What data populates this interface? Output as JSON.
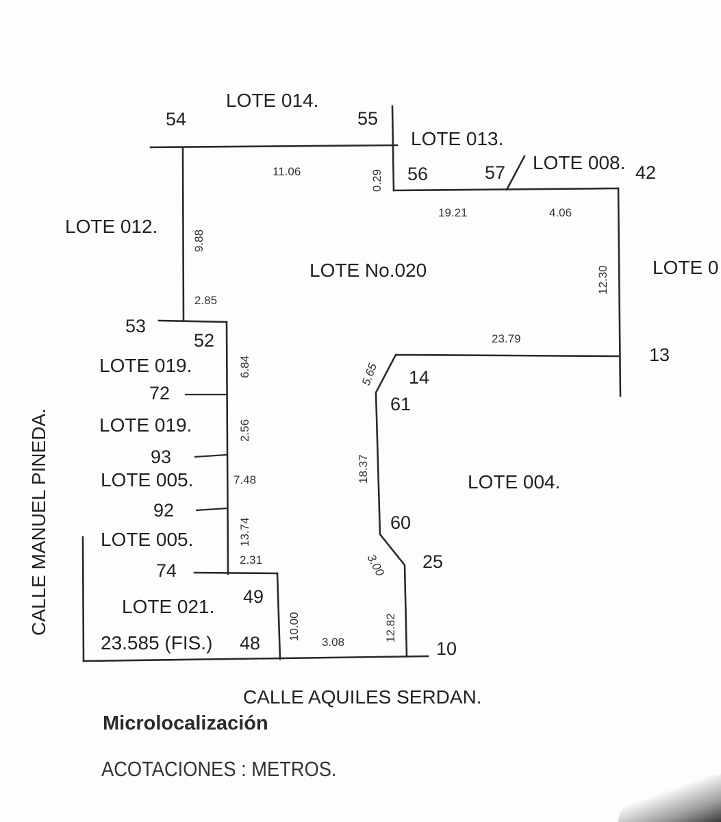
{
  "lots": {
    "lote_014": "LOTE 014.",
    "lote_013": "LOTE 013.",
    "lote_008": "LOTE 008.",
    "lote_012": "LOTE 012.",
    "lote_020": "LOTE No.020",
    "lote_right": "LOTE 0",
    "lote_019_a": "LOTE 019.",
    "lote_019_b": "LOTE 019.",
    "lote_005_a": "LOTE 005.",
    "lote_005_b": "LOTE 005.",
    "lote_021": "LOTE 021.",
    "lote_021_area": "23.585 (FIS.)",
    "lote_004": "LOTE 004."
  },
  "points": {
    "p54": "54",
    "p55": "55",
    "p56": "56",
    "p57": "57",
    "p42": "42",
    "p53": "53",
    "p52": "52",
    "p72": "72",
    "p93": "93",
    "p92": "92",
    "p74": "74",
    "p49": "49",
    "p48": "48",
    "p10": "10",
    "p25": "25",
    "p60": "60",
    "p61": "61",
    "p14": "14",
    "p13": "13"
  },
  "dimensions": {
    "d_11_06": "11.06",
    "d_0_29": "0.29",
    "d_19_21": "19.21",
    "d_4_06": "4.06",
    "d_9_88": "9.88",
    "d_12_30": "12.30",
    "d_2_85": "2.85",
    "d_23_79": "23.79",
    "d_6_84": "6.84",
    "d_5_65": "5.65",
    "d_2_56": "2.56",
    "d_18_37": "18.37",
    "d_7_48": "7.48",
    "d_13_74": "13.74",
    "d_3_00": "3.00",
    "d_2_31": "2.31",
    "d_10_00": "10.00",
    "d_3_08": "3.08",
    "d_12_82": "12.82"
  },
  "streets": {
    "west": "CALLE MANUEL PINEDA.",
    "south": "CALLE AQUILES SERDAN."
  },
  "footer": {
    "title": "Microlocalización",
    "units": "ACOTACIONES : METROS."
  }
}
